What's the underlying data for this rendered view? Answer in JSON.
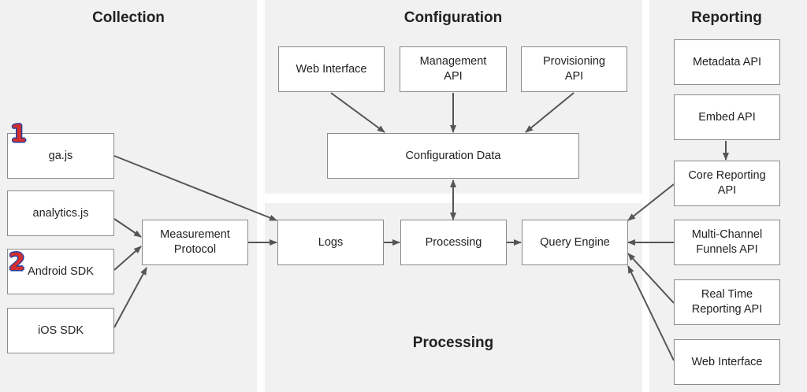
{
  "sections": {
    "collection": "Collection",
    "configuration": "Configuration",
    "processing": "Processing",
    "reporting": "Reporting"
  },
  "nodes": {
    "ga_js": "ga.js",
    "analytics_js": "analytics.js",
    "android_sdk": "Android SDK",
    "ios_sdk": "iOS SDK",
    "measurement_protocol": "Measurement\nProtocol",
    "web_interface_config": "Web Interface",
    "management_api": "Management\nAPI",
    "provisioning_api": "Provisioning\nAPI",
    "configuration_data": "Configuration Data",
    "logs": "Logs",
    "processing": "Processing",
    "query_engine": "Query Engine",
    "metadata_api": "Metadata API",
    "embed_api": "Embed API",
    "core_reporting_api": "Core Reporting\nAPI",
    "multi_channel_funnels_api": "Multi-Channel\nFunnels API",
    "real_time_reporting_api": "Real Time\nReporting API",
    "web_interface_reporting": "Web Interface"
  },
  "markers": {
    "m1": "1",
    "m2": "2"
  },
  "colors": {
    "panel": "#f1f1f1",
    "border": "#8a8a8a",
    "arrow": "#555555",
    "marker": "#d32f2f",
    "marker_outline": "#1e3f9e"
  }
}
